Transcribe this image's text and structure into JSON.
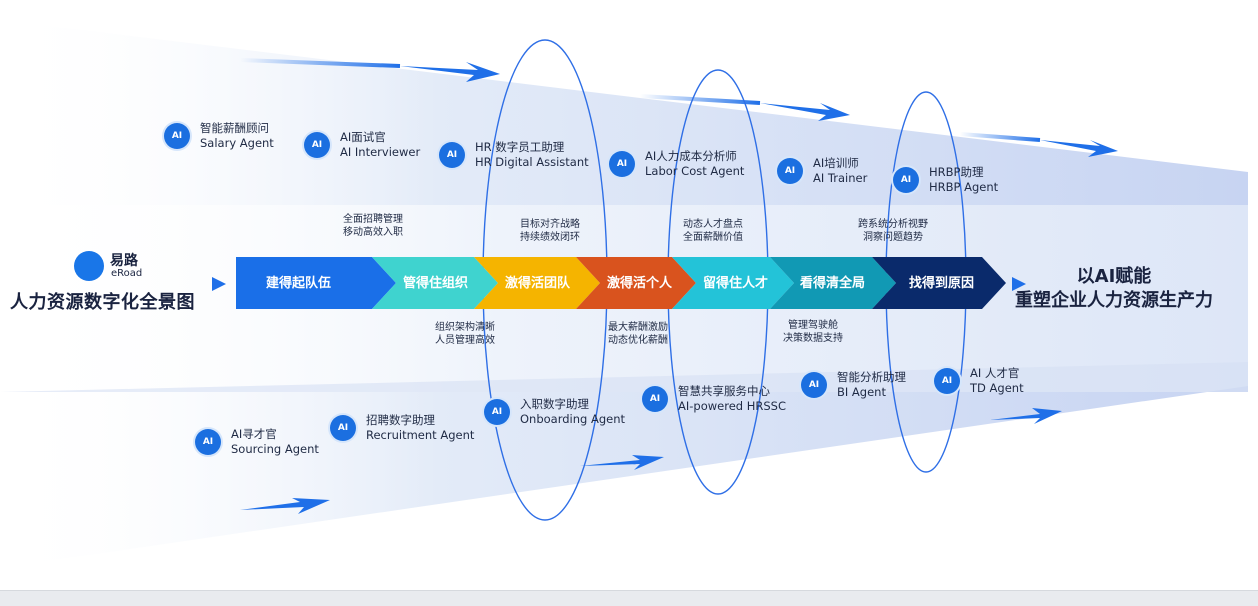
{
  "brand": {
    "name": "易路",
    "en": "eRoad"
  },
  "title": "人力资源数字化全景图",
  "right_title": {
    "line1": "以AI赋能",
    "line2": "重塑企业人力资源生产力"
  },
  "stages": [
    {
      "label": "建得起队伍",
      "color": "#1a6fe8"
    },
    {
      "label": "管得住组织",
      "color": "#3fd3cf"
    },
    {
      "label": "激得活团队",
      "color": "#f5b400"
    },
    {
      "label": "激得活个人",
      "color": "#d9531e"
    },
    {
      "label": "留得住人才",
      "color": "#23c3d8"
    },
    {
      "label": "看得清全局",
      "color": "#1199b4"
    },
    {
      "label": "找得到原因",
      "color": "#0a2a6b"
    }
  ],
  "notes_top": [
    {
      "line1": "全面招聘管理",
      "line2": "移动高效入职"
    },
    {
      "line1": "目标对齐战略",
      "line2": "持续绩效闭环"
    },
    {
      "line1": "动态人才盘点",
      "line2": "全面薪酬价值"
    },
    {
      "line1": "跨系统分析视野",
      "line2": "洞察问题趋势"
    }
  ],
  "notes_bottom": [
    {
      "line1": "组织架构清晰",
      "line2": "人员管理高效"
    },
    {
      "line1": "最大薪酬激励",
      "line2": "动态优化薪酬"
    },
    {
      "line1": "管理驾驶舱",
      "line2": "决策数据支持"
    }
  ],
  "agents_top": [
    {
      "cn": "智能薪酬顾问",
      "en": "Salary Agent"
    },
    {
      "cn": "AI面试官",
      "en": "AI Interviewer"
    },
    {
      "cn": "HR 数字员工助理",
      "en": "HR Digital Assistant"
    },
    {
      "cn": "AI人力成本分析师",
      "en": "Labor Cost Agent"
    },
    {
      "cn": "AI培训师",
      "en": "AI Trainer"
    },
    {
      "cn": "HRBP助理",
      "en": "HRBP Agent"
    }
  ],
  "agents_bottom": [
    {
      "cn": "AI寻才官",
      "en": "Sourcing Agent"
    },
    {
      "cn": "招聘数字助理",
      "en": "Recruitment Agent"
    },
    {
      "cn": "入职数字助理",
      "en": "Onboarding Agent"
    },
    {
      "cn": "智慧共享服务中心",
      "en": "AI-powered HRSSC"
    },
    {
      "cn": "智能分析助理",
      "en": "BI Agent"
    },
    {
      "cn": "AI 人才官",
      "en": "TD Agent"
    }
  ],
  "icon_label": "AI",
  "colors": {
    "accent": "#1b6fe0",
    "band": "#dbe6f7",
    "ring": "#2f6fe6"
  }
}
